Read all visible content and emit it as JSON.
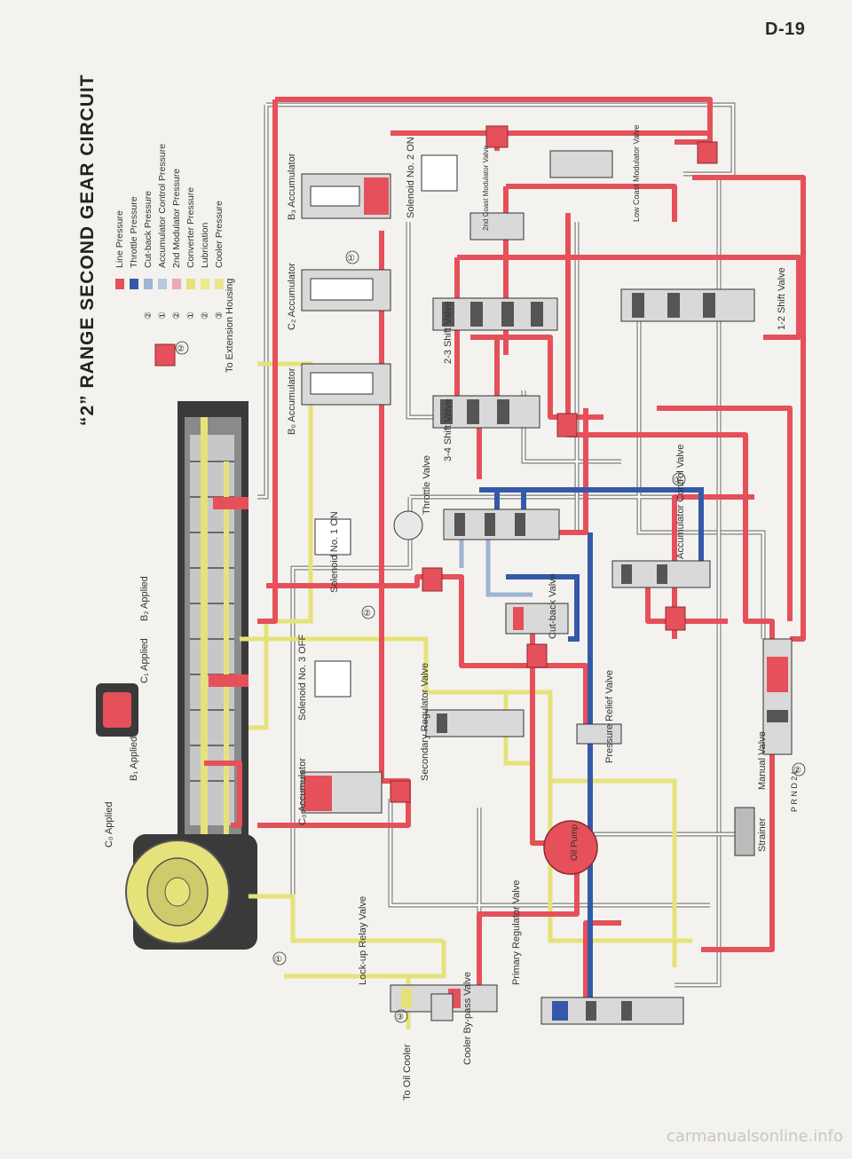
{
  "page_number": "D-19",
  "title": "“2” RANGE SECOND GEAR CIRCUIT",
  "legend": [
    {
      "num": "",
      "label": "Line Pressure",
      "color": "#e5505a"
    },
    {
      "num": "",
      "label": "Throttle Pressure",
      "color": "#3559a9"
    },
    {
      "num": "②",
      "label": "Cut-back Pressure",
      "color": "#9fb3d3"
    },
    {
      "num": "①",
      "label": "Accumulator Control Pressure",
      "color": "#b9c8e0"
    },
    {
      "num": "②",
      "label": "2nd Modulator Pressure",
      "color": "#efa8b6"
    },
    {
      "num": "①",
      "label": "Converter Pressure",
      "color": "#e6e27a"
    },
    {
      "num": "②",
      "label": "Lubrication",
      "color": "#eeea8a"
    },
    {
      "num": "③",
      "label": "Cooler Pressure",
      "color": "#e9e58a"
    }
  ],
  "labels": {
    "b3_accumulator": "B₃ Accumulator",
    "c2_accumulator": "C₂ Accumulator",
    "b0_accumulator": "B₀ Accumulator",
    "c0_accumulator": "C₀ Accumulator",
    "to_extension_housing": "To Extension Housing",
    "solenoid_2": "Solenoid No. 2 ON",
    "solenoid_1": "Solenoid No. 1 ON",
    "solenoid_3": "Solenoid No. 3 OFF",
    "second_coast_modulator": "2nd Coast Modulator Valve",
    "low_coast_modulator": "Low Coast Modulator Valve",
    "shift_23": "2-3 Shift Valve",
    "shift_34": "3-4 Shift Valve",
    "shift_12": "1-2 Shift Valve",
    "throttle_valve": "Throttle Valve",
    "accumulator_control": "Accumulator Control Valve",
    "cutback_valve": "Cut-back Valve",
    "b2_applied": "B₂ Applied",
    "c1_applied": "C₁ Applied",
    "b1_applied": "B₁ Applied",
    "c0_applied": "C₀ Applied",
    "secondary_regulator": "Secondary Regulator Valve",
    "pressure_relief": "Pressure Relief Valve",
    "manual_valve": "Manual Valve",
    "oil_pump": "Oil Pump",
    "strainer": "Strainer",
    "lockup_relay": "Lock-up Relay Valve",
    "primary_regulator": "Primary Regulator Valve",
    "cooler_bypass": "Cooler By-pass Valve",
    "to_oil_cooler": "To Oil Cooler"
  },
  "markers": {
    "m1": "①",
    "m2": "②",
    "m3": "③",
    "manual_positions": "P R N D 2 L",
    "manual_marker": "②"
  },
  "watermark": "carmanualsonline.info"
}
